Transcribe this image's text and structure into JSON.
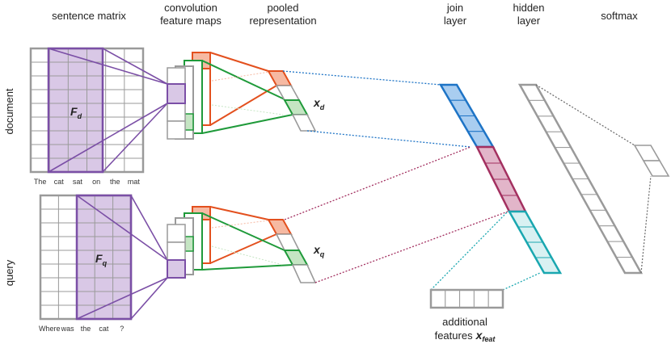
{
  "headers": {
    "sentence_matrix": "sentence matrix",
    "conv_line1": "convolution",
    "conv_line2": "feature maps",
    "pooled_line1": "pooled",
    "pooled_line2": "representation",
    "join_line1": "join",
    "join_line2": "layer",
    "hidden_line1": "hidden",
    "hidden_line2": "layer",
    "softmax": "softmax"
  },
  "side_labels": {
    "document": "document",
    "query": "query"
  },
  "document_words": [
    "The",
    "cat",
    "sat",
    "on",
    "the",
    "mat"
  ],
  "query_words": [
    "Where",
    "was",
    "the",
    "cat",
    "?"
  ],
  "math": {
    "filter_doc": "F",
    "filter_doc_sub": "d",
    "filter_query": "F",
    "filter_query_sub": "q",
    "x_doc": "x",
    "x_doc_sub": "d",
    "x_query": "x",
    "x_query_sub": "q",
    "additional_line1": "additional",
    "additional_line2": "features",
    "x_feat": "x",
    "x_feat_sub": "feat"
  },
  "colors": {
    "grid": "#9a9a9a",
    "filter": "#7b4fa6",
    "filter_fill": "#d9c8e6",
    "red": "#e3501e",
    "red_fill": "#f6b9a2",
    "green": "#1f9a3a",
    "green_fill": "#c5e5c3",
    "blue": "#1e74c6",
    "blue_fill": "#a9cdf0",
    "magenta": "#a33060",
    "magenta_fill": "#e2b5c9",
    "teal": "#1aa7b0",
    "teal_fill": "#d9f1f2"
  }
}
